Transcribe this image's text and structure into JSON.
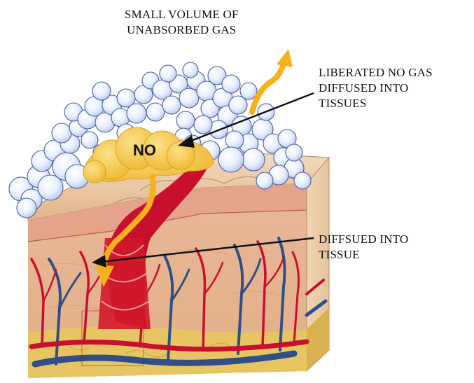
{
  "labels": {
    "unabsorbed_line1": "SMALL VOLUME OF",
    "unabsorbed_line2": "UNABSORBED GAS",
    "liberated_line1": "LIBERATED NO GAS",
    "liberated_line2": "DIFFUSED INTO",
    "liberated_line3": "TISSUES",
    "diffused_line1": "DIFFSUED INTO",
    "diffused_line2": "TISSUE",
    "no_gas": "NO"
  },
  "colors": {
    "bubble_fill": "#e6eefc",
    "bubble_stroke": "#4a5fa8",
    "gas_yellow": "#f7c94a",
    "arrow_orange": "#f7b21a",
    "artery_red": "#c8102e",
    "vein_blue": "#2f4f86",
    "skin_tan": "#e7b88e",
    "fat_yellow": "#e8c766"
  },
  "icons": [
    "gas-bubble-cluster",
    "curved-arrow-up",
    "curved-arrow-down",
    "pointer-arrow"
  ]
}
